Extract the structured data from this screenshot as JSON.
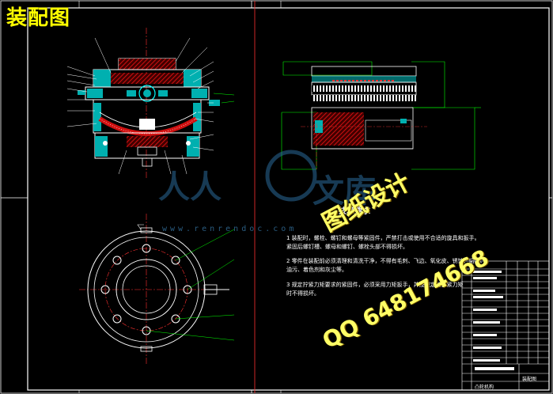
{
  "drawing": {
    "title": "装配图",
    "tech_requirements": {
      "heading": "技术要求",
      "notes": [
        "1 装配时，螺栓、螺钉和螺母等紧固件，严禁打击或使用不合适的旋具和扳手。",
        "紧固后螺钉槽、螺母和螺钉、螺栓头部不得损坏。",
        "2 零件在装配前必须清理和清洗干净，不得有毛刺、飞边、氧化皮、锈蚀、切屑、",
        "油污、着色剂和灰尘等。",
        "3 规定拧紧力矩要求的紧固件，必须采用力矩扳手，并按规定的拧紧力矩",
        "时不得损坏。"
      ]
    },
    "title_block": {
      "drawing_name": "装配图",
      "company": "凸轮机构",
      "rows": [
        "",
        "",
        "",
        "",
        "",
        "",
        "",
        "",
        "",
        ""
      ]
    }
  },
  "watermark": {
    "url": "www.renrendoc.com",
    "brand": "人人文库",
    "overlay_text": "图纸设计",
    "qq": "QQ 648174668"
  },
  "colors": {
    "background": "#000000",
    "outline": "#ffffff",
    "section": "#00c8c8",
    "hatch": "#d01010",
    "centerline": "#ff3030",
    "leader": "#00ff00",
    "title_yellow": "#ffff00",
    "border": "#ffffff"
  }
}
